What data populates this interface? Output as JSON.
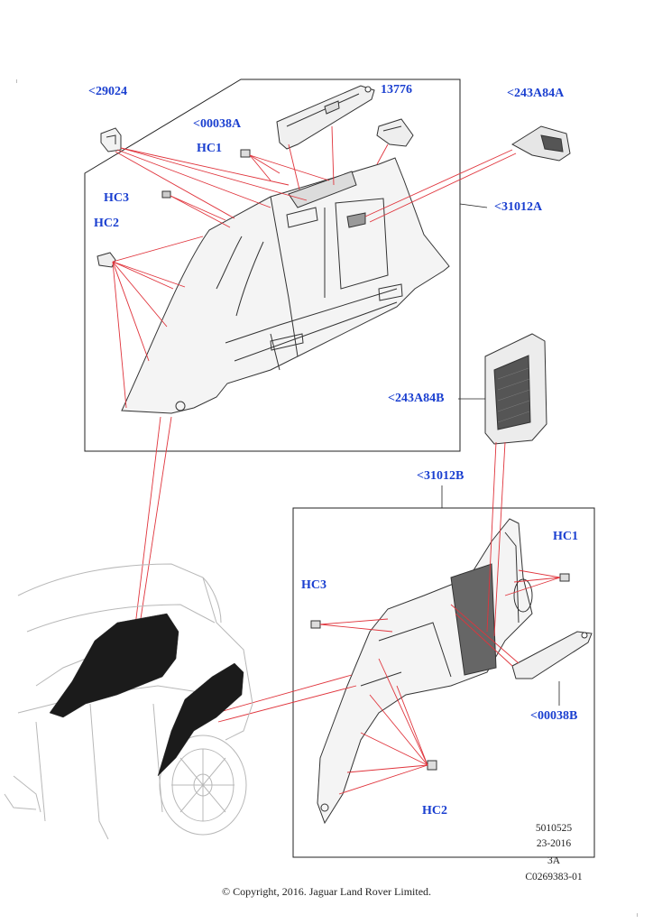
{
  "callouts": {
    "p29024": "<29024",
    "p00038A": "<00038A",
    "p13776": "13776",
    "p243A84A": "<243A84A",
    "hc1_top": "HC1",
    "hc3_top": "HC3",
    "hc2_top": "HC2",
    "p31012A": "<31012A",
    "p243A84B": "<243A84B",
    "p31012B": "<31012B",
    "hc1_bottom": "HC1",
    "hc3_bottom": "HC3",
    "p00038B": "<00038B",
    "hc2_bottom": "HC2"
  },
  "metadata": {
    "line1": "5010525",
    "line2": "23-2016",
    "line3": "3A",
    "line4": "C0269383-01"
  },
  "copyright": "© Copyright, 2016. Jaguar Land Rover Limited.",
  "colors": {
    "callout_text": "#1a3fd0",
    "leader_lines": "#e0343c",
    "outline": "#222222",
    "vehicle_outline": "#b8b8b8",
    "highlight_fill": "#1b1b1b"
  }
}
